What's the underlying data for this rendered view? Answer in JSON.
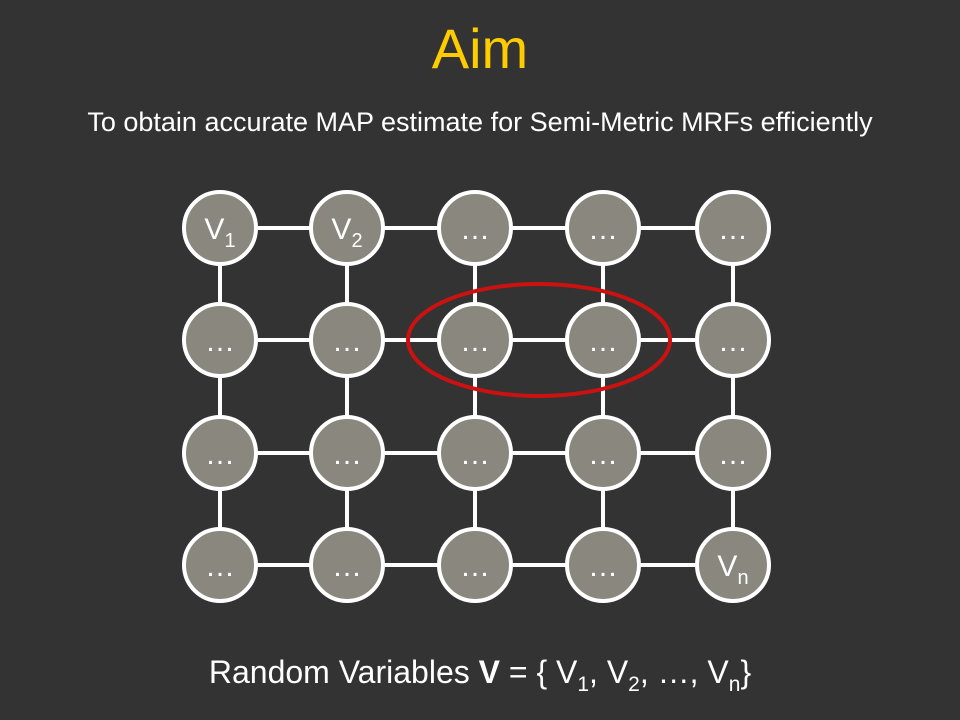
{
  "title": "Aim",
  "subtitle": "To obtain accurate MAP estimate for Semi-Metric MRFs efficiently",
  "graph": {
    "rows": 4,
    "cols": 5,
    "labels": [
      [
        {
          "main": "V",
          "sub": "1"
        },
        {
          "main": "V",
          "sub": "2"
        },
        {
          "main": "…",
          "sub": ""
        },
        {
          "main": "…",
          "sub": ""
        },
        {
          "main": "…",
          "sub": ""
        }
      ],
      [
        {
          "main": "…",
          "sub": ""
        },
        {
          "main": "…",
          "sub": ""
        },
        {
          "main": "…",
          "sub": ""
        },
        {
          "main": "…",
          "sub": ""
        },
        {
          "main": "…",
          "sub": ""
        }
      ],
      [
        {
          "main": "…",
          "sub": ""
        },
        {
          "main": "…",
          "sub": ""
        },
        {
          "main": "…",
          "sub": ""
        },
        {
          "main": "…",
          "sub": ""
        },
        {
          "main": "…",
          "sub": ""
        }
      ],
      [
        {
          "main": "…",
          "sub": ""
        },
        {
          "main": "…",
          "sub": ""
        },
        {
          "main": "…",
          "sub": ""
        },
        {
          "main": "…",
          "sub": ""
        },
        {
          "main": "V",
          "sub": "n"
        }
      ]
    ],
    "highlight": {
      "row": 1,
      "cols": [
        2,
        3
      ],
      "color": "#cc1111"
    },
    "colors": {
      "node_fill": "#8a887e",
      "node_stroke": "#ffffff",
      "edge": "#ffffff"
    }
  },
  "caption": {
    "prefix": "Random Variables ",
    "bold": "V",
    "eq": " = { V",
    "s1": "1",
    "c1": ", V",
    "s2": "2",
    "c2": ", …, V",
    "sn": "n",
    "end": "}"
  }
}
